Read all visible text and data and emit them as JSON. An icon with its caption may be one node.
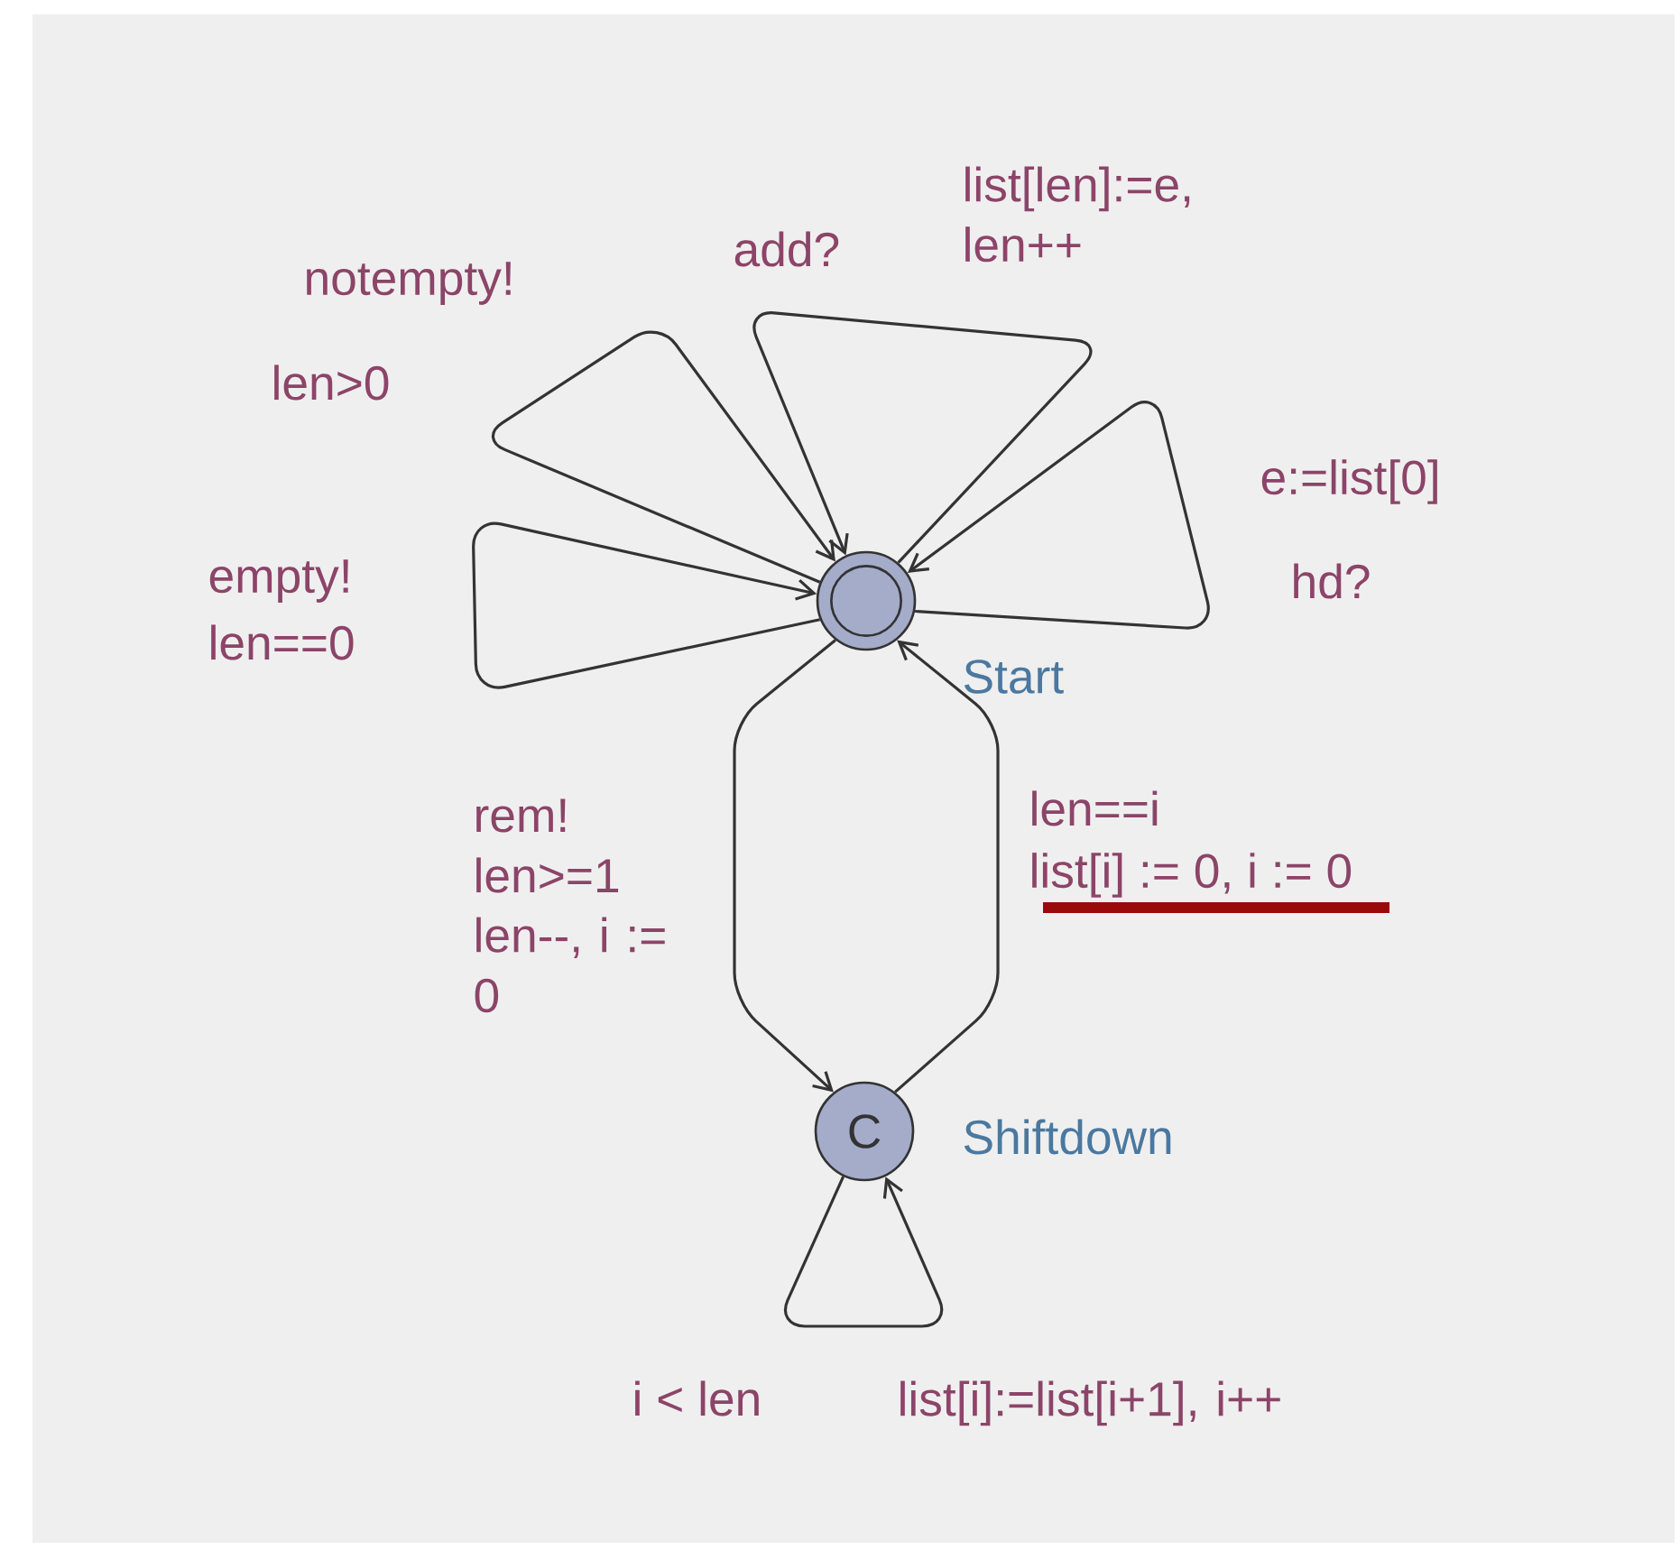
{
  "diagram": {
    "nodes": [
      {
        "text": [],
        "shape": "circle",
        "beside": [
          "Start"
        ]
      },
      {
        "text": [
          "C"
        ],
        "beside": [
          "Shiftdown"
        ]
      }
    ],
    "edges": [
      {
        "from": 0,
        "to": 0,
        "arrow": "to",
        "label": "notempty!"
      },
      {
        "from": 0,
        "to": 0,
        "arrow": "to",
        "label": "add?"
      },
      {
        "from": 0,
        "to": 0,
        "arrow": "to",
        "label": "hd?"
      },
      {
        "from": 0,
        "to": 0,
        "arrow": "to",
        "label": "empty!"
      },
      {
        "from": 0,
        "to": 1,
        "arrow": "to",
        "label": "rem!"
      },
      {
        "from": 1,
        "to": 0,
        "arrow": "to",
        "label": "len==i"
      },
      {
        "from": 1,
        "to": 1,
        "arrow": "to",
        "label": "i < len"
      }
    ],
    "labels": [
      "list[len]:=e, len++",
      "len>0",
      "e:=list[0]",
      "len==0",
      "len>=1",
      "len--, i := 0",
      "list[i] := 0, i := 0",
      "list[i]:=list[i+1], i++"
    ]
  }
}
